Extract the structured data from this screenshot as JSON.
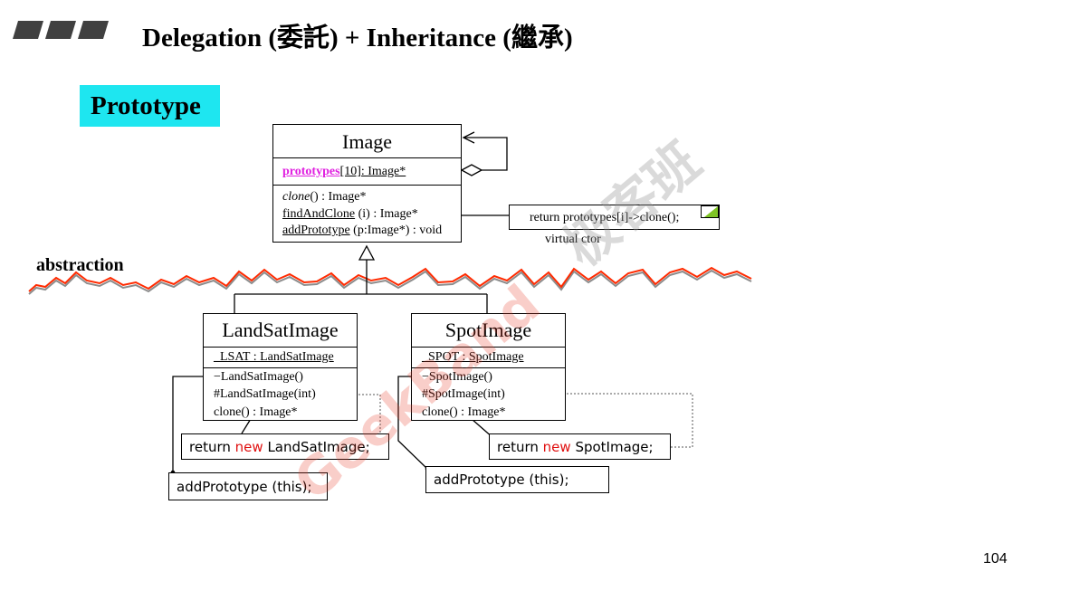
{
  "slide": {
    "title": "Delegation (委託) + Inheritance (繼承)",
    "badge": "Prototype",
    "abstraction_label": "abstraction",
    "page_number": "104"
  },
  "image_class": {
    "name": "Image",
    "attr_name": "prototypes",
    "attr_rest": "[10]: Image*",
    "op1_name": "clone",
    "op1_rest": "() : Image*",
    "op2_name": "findAndClone",
    "op2_rest": " (i) : Image*",
    "op3_name": "addPrototype",
    "op3_rest": " (p:Image*) : void"
  },
  "note": {
    "text": "return prototypes[i]->clone();",
    "caption": "virtual ctor"
  },
  "landsat_class": {
    "name": "LandSatImage",
    "attr": "_LSAT : LandSatImage",
    "op1": "−LandSatImage()",
    "op2": "#LandSatImage(int)",
    "op3": "clone() : Image*"
  },
  "spot_class": {
    "name": "SpotImage",
    "attr": "_SPOT : SpotImage",
    "op1": "−SpotImage()",
    "op2": "#SpotImage(int)",
    "op3": "clone() : Image*"
  },
  "code_boxes": {
    "landsat_return_kw1": "return",
    "landsat_return_kw2": "new",
    "landsat_return_rest": "LandSatImage;",
    "landsat_add": "addPrototype (this);",
    "spot_return_kw1": "return",
    "spot_return_kw2": "new",
    "spot_return_rest": "SpotImage;",
    "spot_add": "addPrototype (this);"
  },
  "watermark": {
    "brand_cn": "极客班",
    "brand_en": "GeekBand"
  },
  "colors": {
    "badge_bg": "#1ee6f0",
    "keyword": "#e01010",
    "attr_highlight": "#e020e0",
    "wave_red": "#ff2a00",
    "wave_gray": "#8c8c8c"
  }
}
